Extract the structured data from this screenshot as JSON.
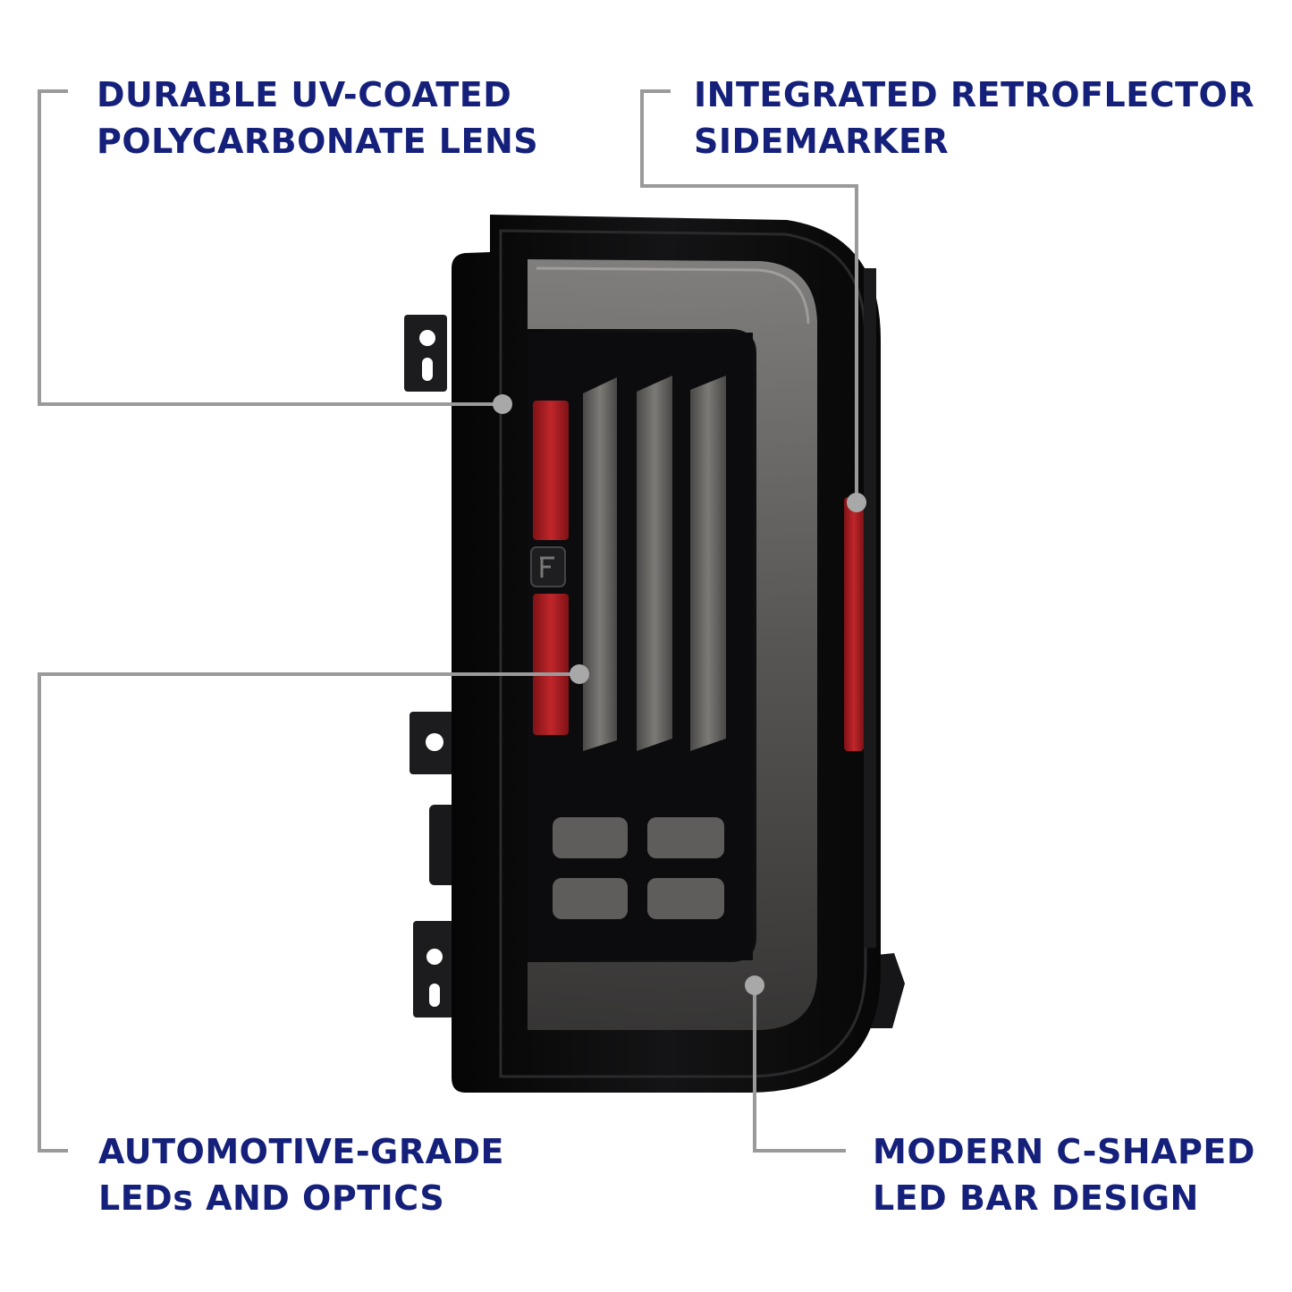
{
  "callouts": {
    "lens": {
      "line1": "DURABLE UV-COATED",
      "line2": "POLYCARBONATE LENS"
    },
    "retroflector": {
      "line1": "INTEGRATED RETROFLECTOR",
      "line2": "SIDEMARKER"
    },
    "leds": {
      "line1": "AUTOMOTIVE-GRADE",
      "line2": "LEDs AND OPTICS"
    },
    "cbar": {
      "line1": "MODERN C-SHAPED",
      "line2": "LED BAR DESIGN"
    }
  },
  "colors": {
    "text": "#14207a",
    "leader_line": "#9a9a9a",
    "housing": "#0b0b0d",
    "red_reflector": "#b01c20",
    "smoked_lens": "#6e6c6a"
  },
  "icons": {
    "product": "tail-light-assembly",
    "marker": "leader-dot"
  }
}
